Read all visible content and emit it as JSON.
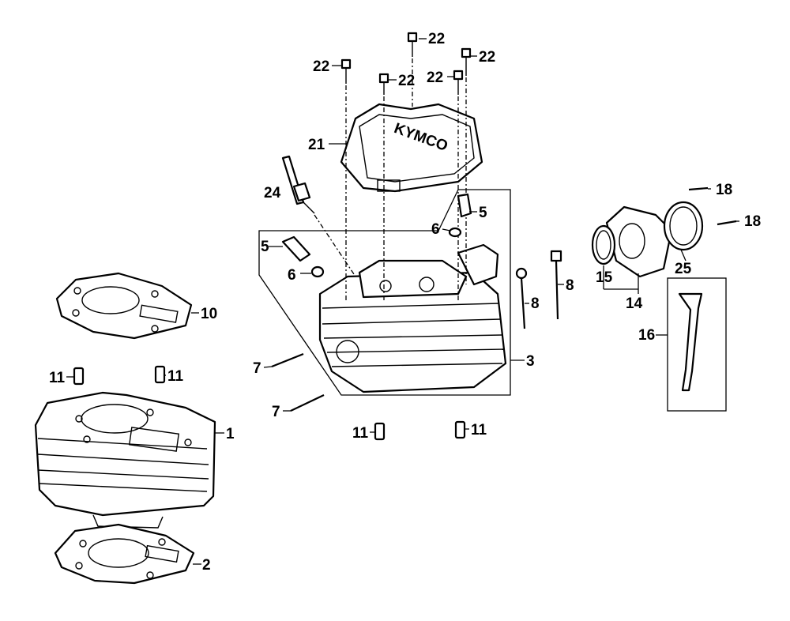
{
  "callouts": [
    {
      "key": "c1",
      "text": "1"
    },
    {
      "key": "c2",
      "text": "2"
    },
    {
      "key": "c3",
      "text": "3"
    },
    {
      "key": "c5a",
      "text": "5"
    },
    {
      "key": "c5b",
      "text": "5"
    },
    {
      "key": "c6a",
      "text": "6"
    },
    {
      "key": "c6b",
      "text": "6"
    },
    {
      "key": "c7a",
      "text": "7"
    },
    {
      "key": "c7b",
      "text": "7"
    },
    {
      "key": "c8a",
      "text": "8"
    },
    {
      "key": "c8b",
      "text": "8"
    },
    {
      "key": "c10",
      "text": "10"
    },
    {
      "key": "c11a",
      "text": "11"
    },
    {
      "key": "c11b",
      "text": "11"
    },
    {
      "key": "c11c",
      "text": "11"
    },
    {
      "key": "c11d",
      "text": "11"
    },
    {
      "key": "c14",
      "text": "14"
    },
    {
      "key": "c15",
      "text": "15"
    },
    {
      "key": "c16",
      "text": "16"
    },
    {
      "key": "c18a",
      "text": "18"
    },
    {
      "key": "c18b",
      "text": "18"
    },
    {
      "key": "c21",
      "text": "21"
    },
    {
      "key": "c22a",
      "text": "22"
    },
    {
      "key": "c22b",
      "text": "22"
    },
    {
      "key": "c22c",
      "text": "22"
    },
    {
      "key": "c22d",
      "text": "22"
    },
    {
      "key": "c22e",
      "text": "22"
    },
    {
      "key": "c24",
      "text": "24"
    },
    {
      "key": "c25",
      "text": "25"
    }
  ],
  "cover_brand": "KYMCO",
  "palette": {
    "ink": "#000000",
    "paper": "#ffffff"
  }
}
